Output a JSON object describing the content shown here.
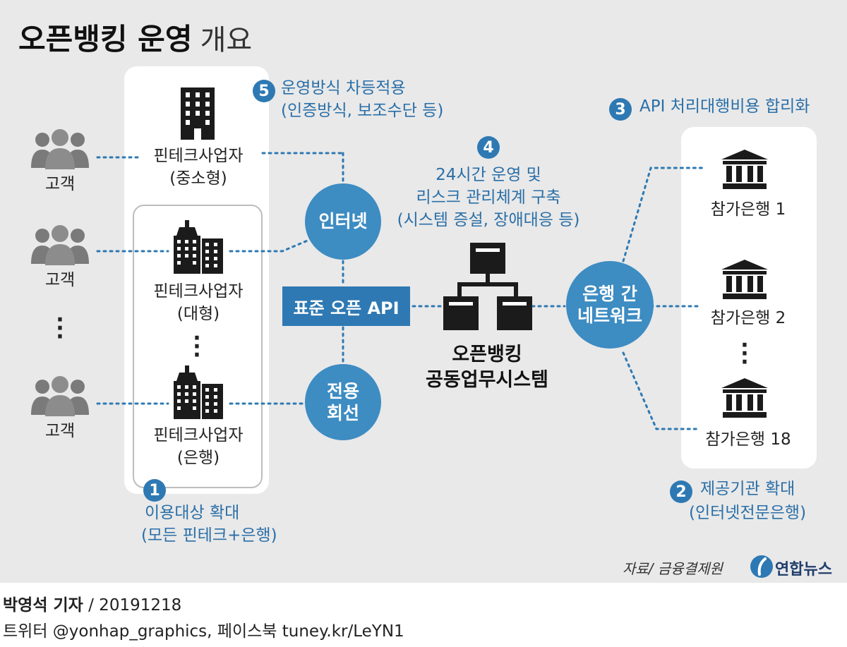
{
  "title": {
    "bold": "오픈뱅킹 운영",
    "light": "개요"
  },
  "customers": {
    "label": "고객"
  },
  "fintech": {
    "top": {
      "name": "핀테크사업자",
      "size": "(중소형)"
    },
    "middle": {
      "name": "핀테크사업자",
      "size": "(대형)"
    },
    "bottom": {
      "name": "핀테크사업자",
      "size": "(은행)"
    }
  },
  "channels": {
    "internet": "인터넷",
    "leased_line_1": "전용",
    "leased_line_2": "회선"
  },
  "api_box": {
    "label": "표준 오픈 API"
  },
  "system": {
    "line1": "오픈뱅킹",
    "line2": "공동업무시스템"
  },
  "network": {
    "line1": "은행 간",
    "line2": "네트워크"
  },
  "banks": [
    "참가은행 1",
    "참가은행 2",
    "참가은행 18"
  ],
  "notes": {
    "n1": {
      "num": "1",
      "line1": "이용대상 확대",
      "line2": "(모든 핀테크+은행)"
    },
    "n2": {
      "num": "2",
      "line1": "제공기관 확대",
      "line2": "(인터넷전문은행)"
    },
    "n3": {
      "num": "3",
      "line1": "API 처리대행비용 합리화"
    },
    "n4": {
      "num": "4",
      "line1": "24시간 운영 및",
      "line2": "리스크 관리체계 구축",
      "line3": "(시스템 증설, 장애대응 등)"
    },
    "n5": {
      "num": "5",
      "line1": "운영방식 차등적용",
      "line2": "(인증방식, 보조수단 등)"
    }
  },
  "source": "자료/ 금융결제원",
  "logo_text": "연합뉴스",
  "byline": {
    "author": "박영석 기자",
    "date": "/ 20191218"
  },
  "social": "트위터 @yonhap_graphics, 페이스북 tuney.kr/LeYN1",
  "colors": {
    "accent": "#3d8cc2",
    "accent_dark": "#2e79b3",
    "panel": "#e9e9e9",
    "icon": "#7a7a7a"
  }
}
